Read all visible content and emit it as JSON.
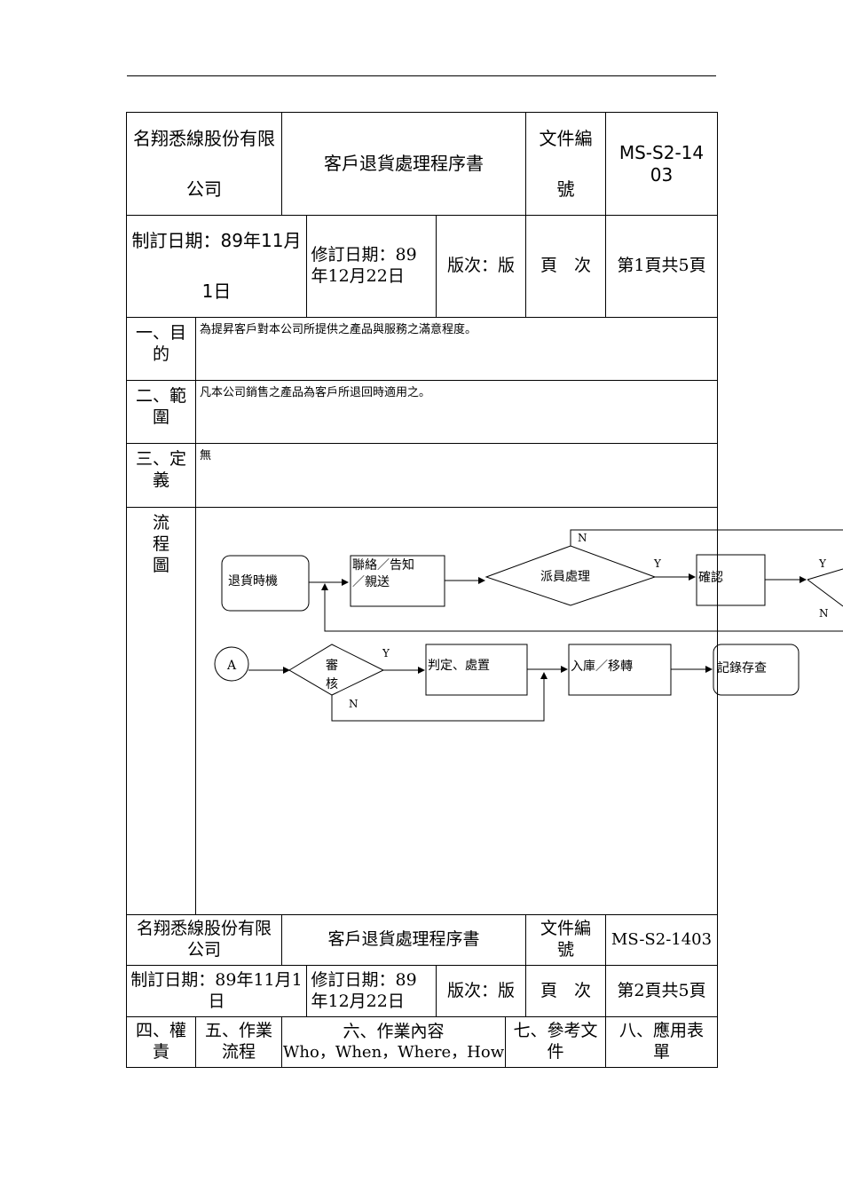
{
  "header1": {
    "company": "名翔悉線股份有限公司",
    "title": "客戶退貨處理程序書",
    "doc_no_label": "文件編號",
    "doc_no": "MS-S2-1403",
    "created": "制訂日期：89年11月1日",
    "revised": "修訂日期：89年12月22日",
    "version": "版次：版",
    "page_label": "頁　次",
    "page": "第1頁共5頁"
  },
  "sections": [
    {
      "label": "一、目的",
      "content": "為提昇客戶對本公司所提供之產品與服務之滿意程度。"
    },
    {
      "label": "二、範圍",
      "content": "凡本公司銷售之產品為客戶所退回時適用之。"
    },
    {
      "label": "三、定義",
      "content": "無"
    }
  ],
  "flow_label": "流程圖",
  "flowchart": {
    "nodes": {
      "return_trigger": "退貨時機",
      "contact": [
        "聯絡／告知",
        "／親送"
      ],
      "dispatch": "派員處理",
      "confirm": "確認",
      "connector_a": "A",
      "review": [
        "審",
        "核"
      ],
      "judge": "判定、處置",
      "store": "入庫／移轉",
      "record": "記錄存查"
    },
    "labels": {
      "yes": "Y",
      "no": "N"
    }
  },
  "header2": {
    "company": "名翔悉線股份有限公司",
    "title": "客戶退貨處理程序書",
    "doc_no_label": "文件編號",
    "doc_no": "MS-S2-1403",
    "created": "制訂日期：89年11月1日",
    "revised": "修訂日期：89年12月22日",
    "version": "版次：版",
    "page_label": "頁　次",
    "page": "第2頁共5頁"
  },
  "columns": {
    "c4": "四、權責",
    "c5": "五、作業流程",
    "c6_line1": "六、作業內容",
    "c6_line2": "Who，When，Where，How",
    "c7": "七、參考文件",
    "c8": "八、應用表單"
  }
}
